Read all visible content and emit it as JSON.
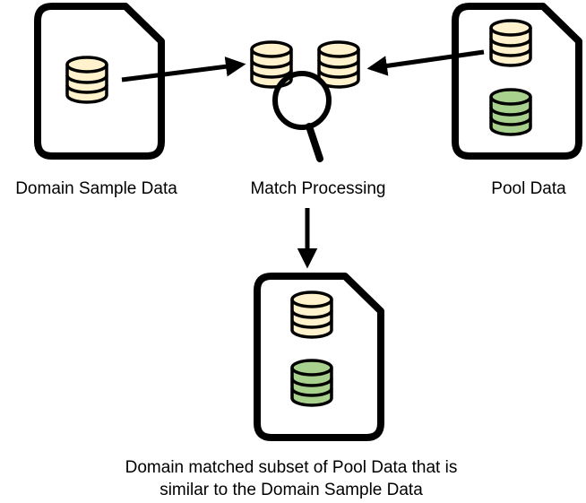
{
  "labels": {
    "domain_sample": "Domain Sample Data",
    "match_processing": "Match Processing",
    "pool": "Pool Data",
    "result_line1": "Domain matched subset of Pool Data that is",
    "result_line2": "similar to the Domain Sample Data"
  },
  "colors": {
    "stroke": "#000000",
    "cream_fill": "#fff2cc",
    "green_fill": "#a9d18e",
    "background": "#ffffff"
  },
  "icons": {
    "document": "document-icon",
    "database": "database-icon",
    "magnifier": "magnifier-icon",
    "arrow": "arrow-icon"
  }
}
